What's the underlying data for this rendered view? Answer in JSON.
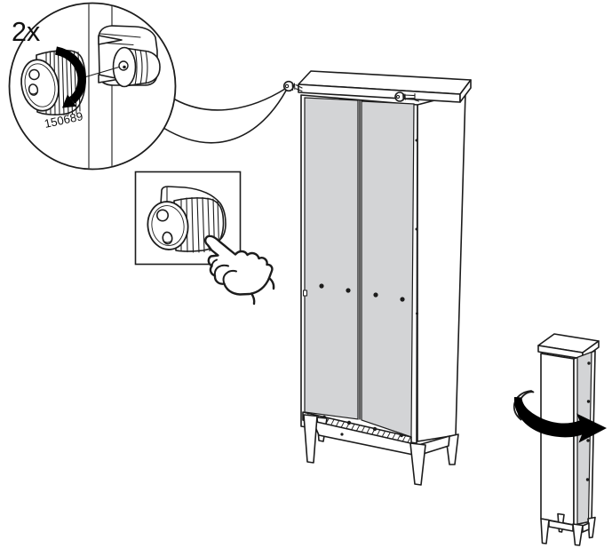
{
  "instruction": {
    "quantity_label": "2x",
    "part_number": "150689"
  },
  "colors": {
    "background": "#ffffff",
    "line": "#1c1c1c",
    "panel_gray": "#d3d4d6",
    "arrow_black": "#000000"
  },
  "icons": {
    "magnifier": "zoom-callout-circle",
    "turn_arrow": "turn-knob-clockwise-arrow",
    "pointing_hand": "press-knob-pointing-hand",
    "flip_arrow": "rotate-cabinet-upright-arrow",
    "lock_knob": "cam-lock-knob",
    "cam_receiver": "cam-lock-receiver"
  }
}
